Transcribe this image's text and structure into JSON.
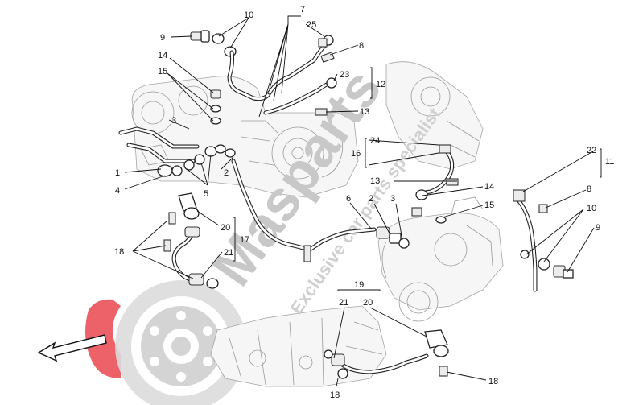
{
  "watermark": {
    "brand": "Masparts",
    "tagline": "Exclusive car parts specialist"
  },
  "callouts": {
    "c1": "1",
    "c2a": "2",
    "c2b": "2",
    "c3a": "3",
    "c3b": "3",
    "c4": "4",
    "c5": "5",
    "c6": "6",
    "c7": "7",
    "c8a": "8",
    "c8b": "8",
    "c9a": "9",
    "c9b": "9",
    "c10a": "10",
    "c10b": "10",
    "c11": "11",
    "c12": "12",
    "c13a": "13",
    "c13b": "13",
    "c14a": "14",
    "c14b": "14",
    "c15a": "15",
    "c15b": "15",
    "c16": "16",
    "c17": "17",
    "c18a": "18",
    "c18b": "18",
    "c18c": "18",
    "c19": "19",
    "c20a": "20",
    "c20b": "20",
    "c21a": "21",
    "c21b": "21",
    "c22": "22",
    "c23": "23",
    "c24": "24",
    "c25": "25"
  },
  "colors": {
    "watermark_gray": "#c8c8c8",
    "watermark_red": "#e8323c",
    "line": "#111111"
  }
}
